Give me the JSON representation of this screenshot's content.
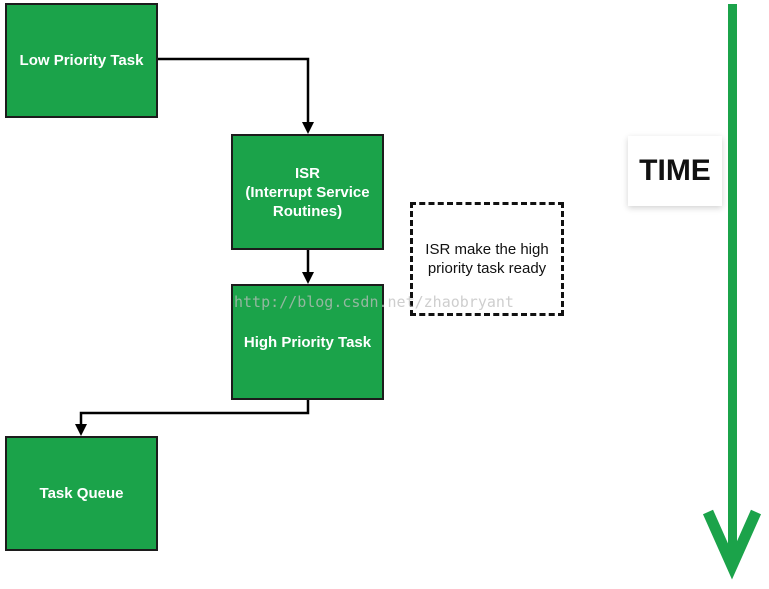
{
  "nodes": {
    "low_priority": "Low Priority Task",
    "isr": "ISR\n(Interrupt Service\nRoutines)",
    "high_priority": "High Priority Task",
    "task_queue": "Task Queue"
  },
  "note": "ISR make the high\npriority task ready",
  "time_label": "TIME",
  "watermark": "http://blog.csdn.net/zhaobryant",
  "colors": {
    "box_fill": "#1ba34a",
    "time_arrow": "#1ba34a",
    "connector": "#000000"
  },
  "icons": {
    "time_arrow": "down-arrow-icon"
  }
}
